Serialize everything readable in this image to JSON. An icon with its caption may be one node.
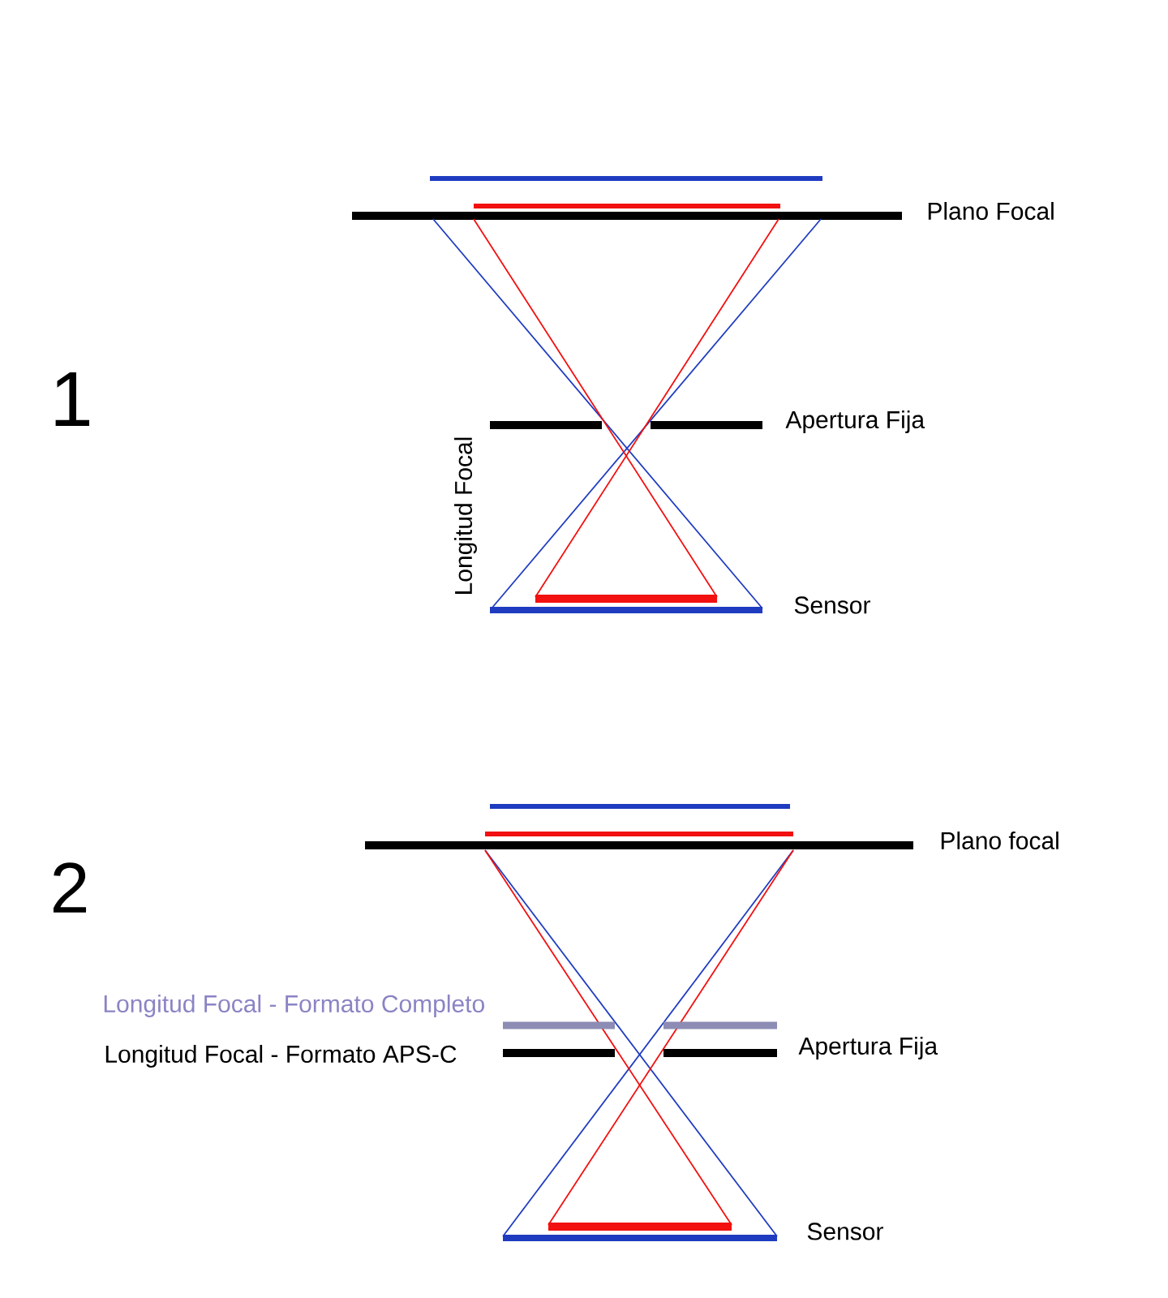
{
  "diagram": {
    "labels": [
      "Plano Focal",
      "1",
      "Apertura Fija",
      "Longitud Focal",
      "Sensor",
      "Plano focal",
      "2",
      "Longitud Focal - Formato Completo",
      "Longitud Focal - Formato APS-C",
      "Apertura Fija",
      "Sensor"
    ]
  }
}
